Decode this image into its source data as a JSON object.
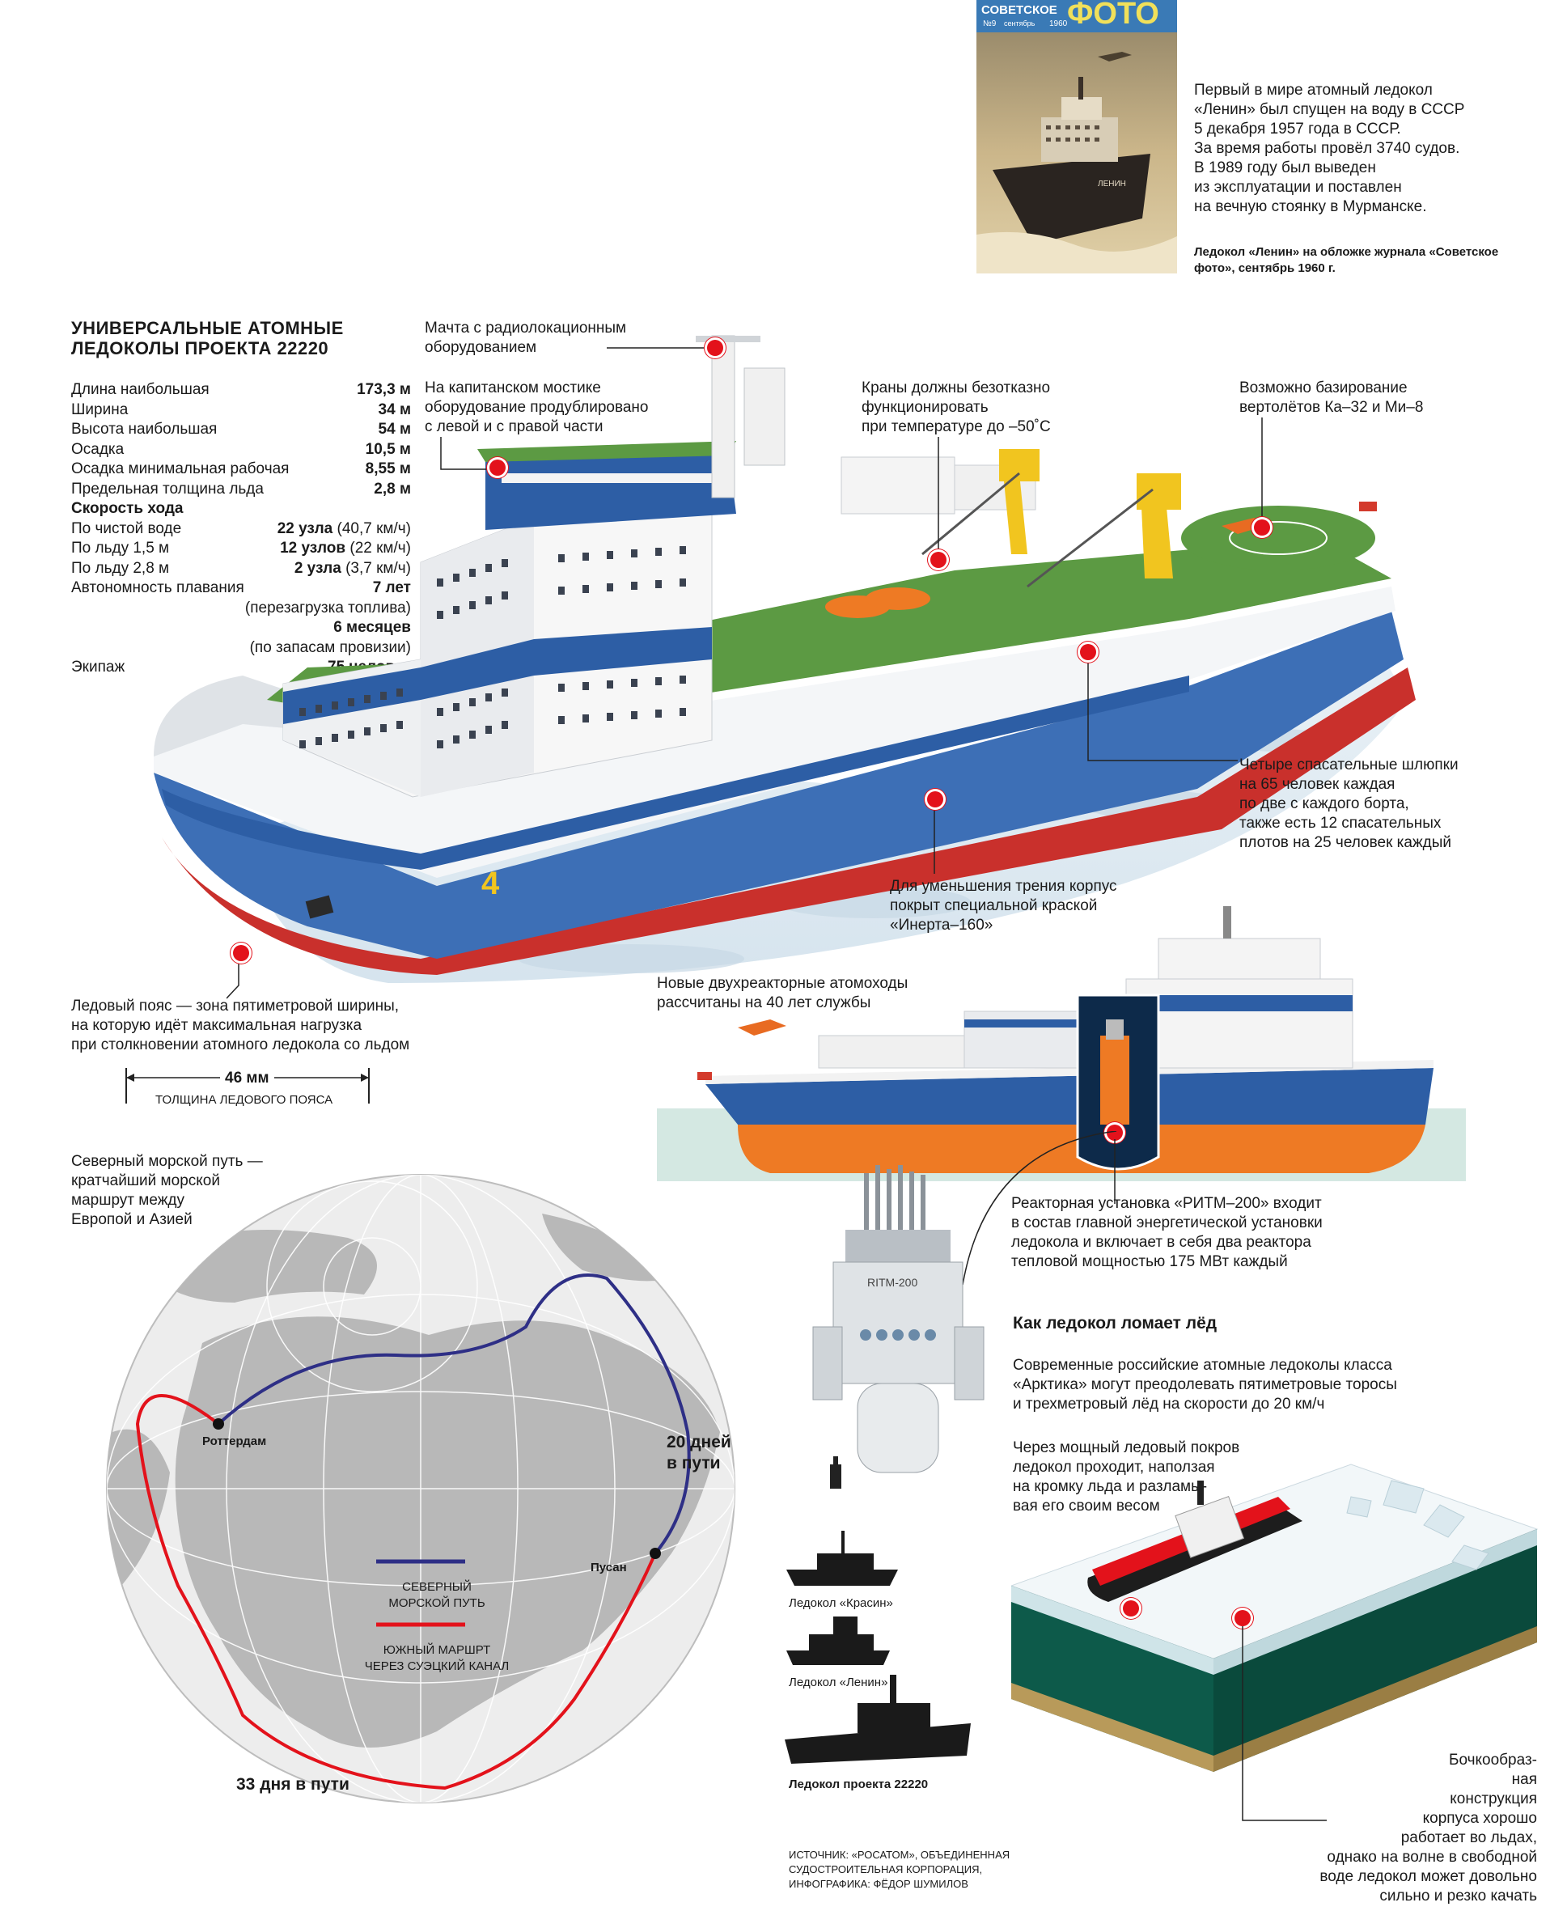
{
  "magazine": {
    "masthead": "СОВЕТСКОЕ",
    "title": "ФОТО",
    "issue": "№9",
    "month": "сентябрь",
    "year": "1960",
    "ship_label": "ЛЕНИН"
  },
  "intro_text": "Первый в мире атомный ледокол\n«Ленин» был спущен на воду в СССР\n5 декабря 1957 года в СССР.\nЗа время работы провёл 3740 судов.\nВ 1989 году был выведен\nиз эксплуатации и поставлен\nна вечную стоянку в Мурманске.",
  "cover_caption": "Ледокол «Ленин» на обложке журнала\n«Советское фото», сентябрь 1960 г.",
  "main_title": "УНИВЕРСАЛЬНЫЕ АТОМНЫЕ\nЛЕДОКОЛЫ ПРОЕКТА 22220",
  "specs": {
    "length_label": "Длина наибольшая",
    "length_value": "173,3 м",
    "width_label": "Ширина",
    "width_value": "34 м",
    "height_label": "Высота наибольшая",
    "height_value": "54 м",
    "draft_label": "Осадка",
    "draft_value": "10,5 м",
    "min_draft_label": "Осадка минимальная рабочая",
    "min_draft_value": "8,55 м",
    "ice_label": "Предельная толщина льда",
    "ice_value": "2,8 м",
    "speed_header": "Скорость хода",
    "speed_clear_label": "По чистой воде",
    "speed_clear_value": "22 узла",
    "speed_clear_note": "(40,7 км/ч)",
    "speed_ice15_label": "По льду 1,5 м",
    "speed_ice15_value": "12 узлов",
    "speed_ice15_note": "(22 км/ч)",
    "speed_ice28_label": "По льду 2,8 м",
    "speed_ice28_value": "2 узла",
    "speed_ice28_note": "(3,7 км/ч)",
    "autonomy_label": "Автономность плавания",
    "autonomy_value": "7 лет",
    "autonomy_note1": "(перезагрузка топлива)",
    "autonomy_value2": "6 месяцев",
    "autonomy_note2": "(по запасам провизии)",
    "crew_label": "Экипаж",
    "crew_value": "75 человек"
  },
  "callouts": {
    "mast": "Мачта с радиолокационным\nоборудованием",
    "bridge": "На капитанском мостике\nоборудование продублировано\nс левой и с правой части",
    "cranes": "Краны должны безотказно\nфункционировать\nпри температуре до –50˚С",
    "helicopters": "Возможно базирование\nвертолётов Ка–32 и Ми–8",
    "boats": "Четыре спасательные шлюпки\nна 65 человек каждая\nпо две с каждого борта,\nтакже есть 12 спасательных\nплотов на 25 человек каждый",
    "paint": "Для уменьшения трения корпус\nпокрыт специальной краской\n«Инерта–160»",
    "ice_belt": "Ледовый пояс — зона пятиметровой ширины,\nна которую идёт максимальная нагрузка\nпри столкновении атомного ледокола со льдом",
    "belt_measure": "46 мм",
    "belt_caption": "ТОЛЩИНА ЛЕДОВОГО ПОЯСА",
    "service_life": "Новые двухреакторные атомоходы\nрассчитаны на 40 лет службы",
    "reactor": "Реакторная установка «РИТМ–200» входит\nв состав главной энергетической установки\nледокола и включает в себя два реактора\nтепловой мощностью 175 МВт каждый",
    "reactor_label": "RITM-200"
  },
  "map": {
    "intro": "Северный морской путь —\nкратчайший морской\nмаршрут между\nЕвропой и Азией",
    "rotterdam": "Роттердам",
    "busan": "Пусан",
    "north_days": "20 дней\nв пути",
    "south_days": "33 дня в пути",
    "legend_north": "СЕВЕРНЫЙ\nМОРСКОЙ ПУТЬ",
    "legend_south": "ЮЖНЫЙ МАРШРТ\nЧЕРЕЗ СУЭЦКИЙ КАНАЛ",
    "north_color": "#2e2f86",
    "south_color": "#e3121b"
  },
  "silhouettes": {
    "krasin": "Ледокол «Красин»",
    "lenin": "Ледокол «Ленин»",
    "project": "Ледокол проекта 22220"
  },
  "ice_breaking": {
    "title": "Как ледокол ломает лёд",
    "text1": "Современные российские атомные ледоколы класса\n«Арктика» могут преодолевать пятиметровые торосы\nи трехметровый лёд на скорости до 20 км/ч",
    "text2": "Через мощный ледовый покров\nледокол проходит, наползая\nна кромку льда и разламы-\nвая его своим весом",
    "text3": "Бочкообраз-\nная\nконструкция\nкорпуса хорошо\nработает во льдах,\nоднако на волне в свободной\nводе ледокол может довольно\nсильно и резко качать"
  },
  "source": "ИСТОЧНИК: «РОСАТОМ», ОБЪЕДИНЕННАЯ\nСУДОСТРОИТЕЛЬНАЯ КОРПОРАЦИЯ,\nИНФОГРАФИКА: ФЁДОР ШУМИЛОВ",
  "colors": {
    "accent_red": "#e3121b",
    "hull_blue": "#3d6fb6",
    "deck_green": "#5c9a43",
    "hull_orange": "#f07b2a"
  }
}
